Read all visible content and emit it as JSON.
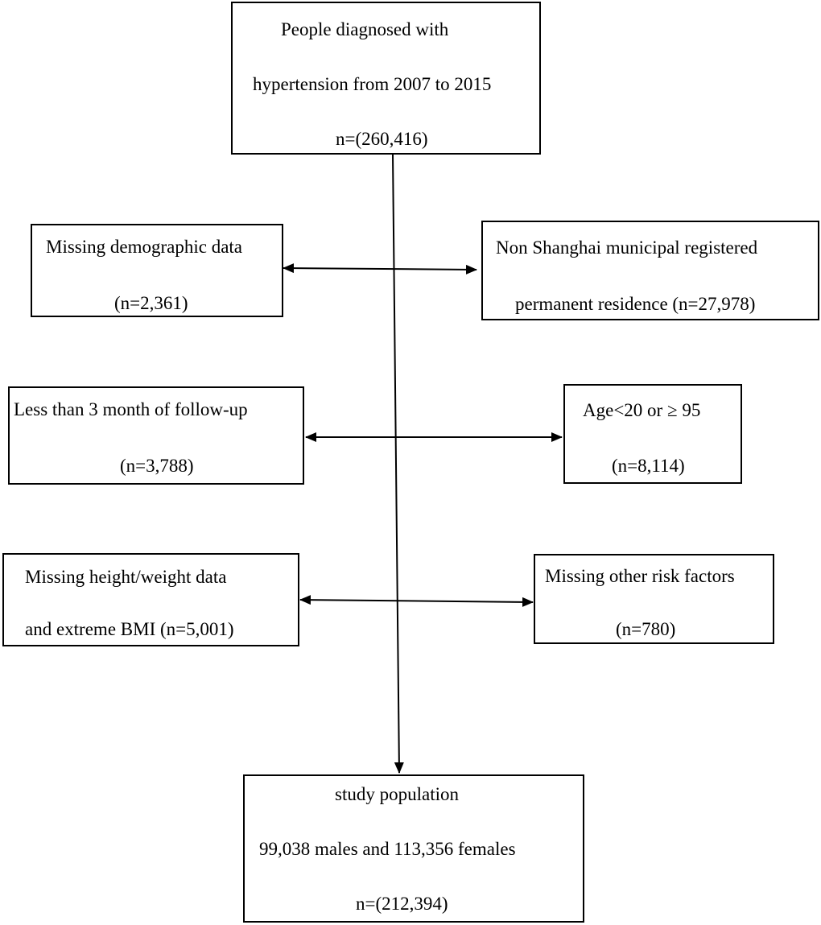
{
  "flowchart": {
    "top_box": {
      "line1": "People diagnosed with",
      "line2": "hypertension from 2007 to 2015",
      "line3": "n=(260,416)"
    },
    "exclusions": [
      {
        "line1": "Missing demographic data",
        "line2": "(n=2,361)"
      },
      {
        "line1": "Non Shanghai municipal registered",
        "line2": "permanent residence (n=27,978)"
      },
      {
        "line1": "Less than 3 month of follow-up",
        "line2": "(n=3,788)"
      },
      {
        "line1": "Age<20 or ≥ 95",
        "line2": "(n=8,114)"
      },
      {
        "line1": "Missing height/weight data",
        "line2": "and extreme BMI (n=5,001)"
      },
      {
        "line1": "Missing other risk factors",
        "line2": "(n=780)"
      }
    ],
    "bottom_box": {
      "line1": "study population",
      "line2": "99,038 males and 113,356 females",
      "line3": "n=(212,394)"
    }
  }
}
